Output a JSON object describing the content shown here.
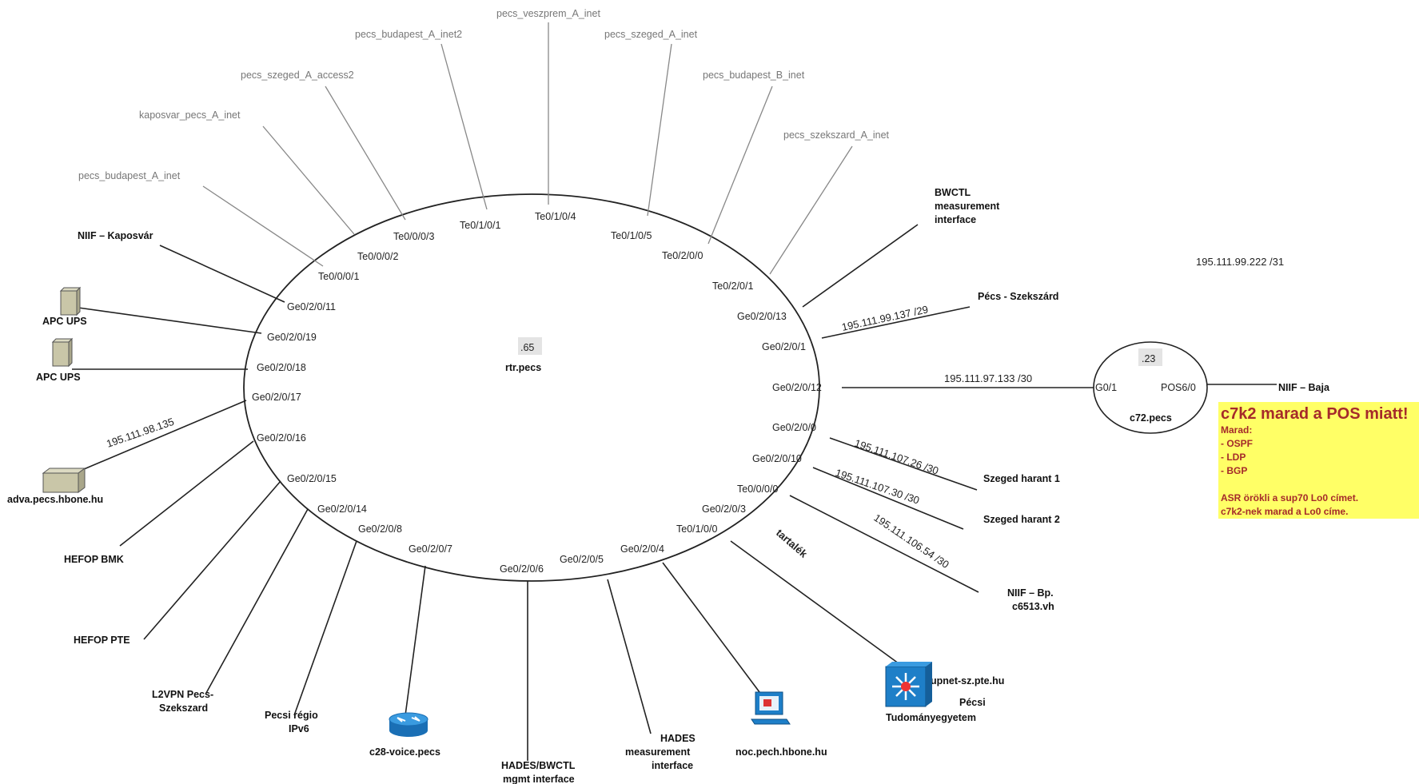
{
  "router": {
    "suffix": ".65",
    "name": "rtr.pecs"
  },
  "c72": {
    "suffix": ".23",
    "name": "c72.pecs",
    "if_left": "G0/1",
    "if_right": "POS6/0"
  },
  "grey_links": [
    "pecs_budapest_A_inet",
    "kaposvar_pecs_A_inet",
    "pecs_szeged_A_access2",
    "pecs_budapest_A_inet2",
    "pecs_veszprem_A_inet",
    "pecs_szeged_A_inet",
    "pecs_budapest_B_inet",
    "pecs_szekszard_A_inet"
  ],
  "interfaces": [
    "Te0/0/0/1",
    "Te0/0/0/2",
    "Te0/0/0/3",
    "Te0/1/0/1",
    "Te0/1/0/4",
    "Te0/1/0/5",
    "Te0/2/0/0",
    "Te0/2/0/1",
    "Ge0/2/0/13",
    "Ge0/2/0/1",
    "Ge0/2/0/12",
    "Ge0/2/0/0",
    "Ge0/2/0/10",
    "Te0/0/0/0",
    "Ge0/2/0/3",
    "Te0/1/0/0",
    "Ge0/2/0/4",
    "Ge0/2/0/5",
    "Ge0/2/0/6",
    "Ge0/2/0/7",
    "Ge0/2/0/8",
    "Ge0/2/0/14",
    "Ge0/2/0/15",
    "Ge0/2/0/16",
    "Ge0/2/0/17",
    "Ge0/2/0/18",
    "Ge0/2/0/19",
    "Ge0/2/0/11"
  ],
  "endpoints": {
    "niif_kaposvar": "NIIF – Kaposvár",
    "apc_ups_1": "APC UPS",
    "apc_ups_2": "APC UPS",
    "adva": "adva.pecs.hbone.hu",
    "hefop_bmk": "HEFOP BMK",
    "hefop_pte": "HEFOP PTE",
    "l2vpn_1": "L2VPN Pecs-",
    "l2vpn_2": "Szekszard",
    "pecsi_regio_1": "Pecsi régio",
    "pecsi_regio_2": "IPv6",
    "c28": "c28-voice.pecs",
    "hades_bwctl_1": "HADES/BWCTL",
    "hades_bwctl_2": "mgmt interface",
    "hades_meas_1": "HADES",
    "hades_meas_2": "measurement",
    "hades_meas_3": "interface",
    "noc": "noc.pech.hbone.hu",
    "upnet": "upnet-sz.pte.hu",
    "pte_1": "Pécsi",
    "pte_2": "Tudományegyetem",
    "tartalek": "tartalék",
    "niif_bp_1": "NIIF – Bp.",
    "niif_bp_2": "c6513.vh",
    "szeged_1": "Szeged harant 1",
    "szeged_2": "Szeged harant 2",
    "pecs_szekszard": "Pécs - Szekszárd",
    "bwctl_1": "BWCTL",
    "bwctl_2": "measurement",
    "bwctl_3": "interface",
    "niif_baja": "NIIF – Baja"
  },
  "ips": {
    "adva": "195.111.98.135",
    "pecs_szekszard": "195.111.99.137 /29",
    "c72_link": "195.111.97.133 /30",
    "szeged_1": "195.111.107.26 /30",
    "szeged_2": "195.111.107.30 /30",
    "niif_bp": "195.111.106.54 /30",
    "standalone": "195.111.99.222 /31"
  },
  "note": {
    "title": "c7k2 marad a POS miatt!",
    "lines": [
      "Marad:",
      "- OSPF",
      "- LDP",
      "- BGP",
      "",
      "ASR örökli a sup70 Lo0 címet.",
      "c7k2-nek marad a Lo0 címe."
    ],
    "background": "#ffff66",
    "text_color": "#a52a2a"
  },
  "colors": {
    "line": "#222222",
    "grey_line": "#888888",
    "device_blue": "#1e7fc8",
    "ups": "#c9c6a8"
  }
}
